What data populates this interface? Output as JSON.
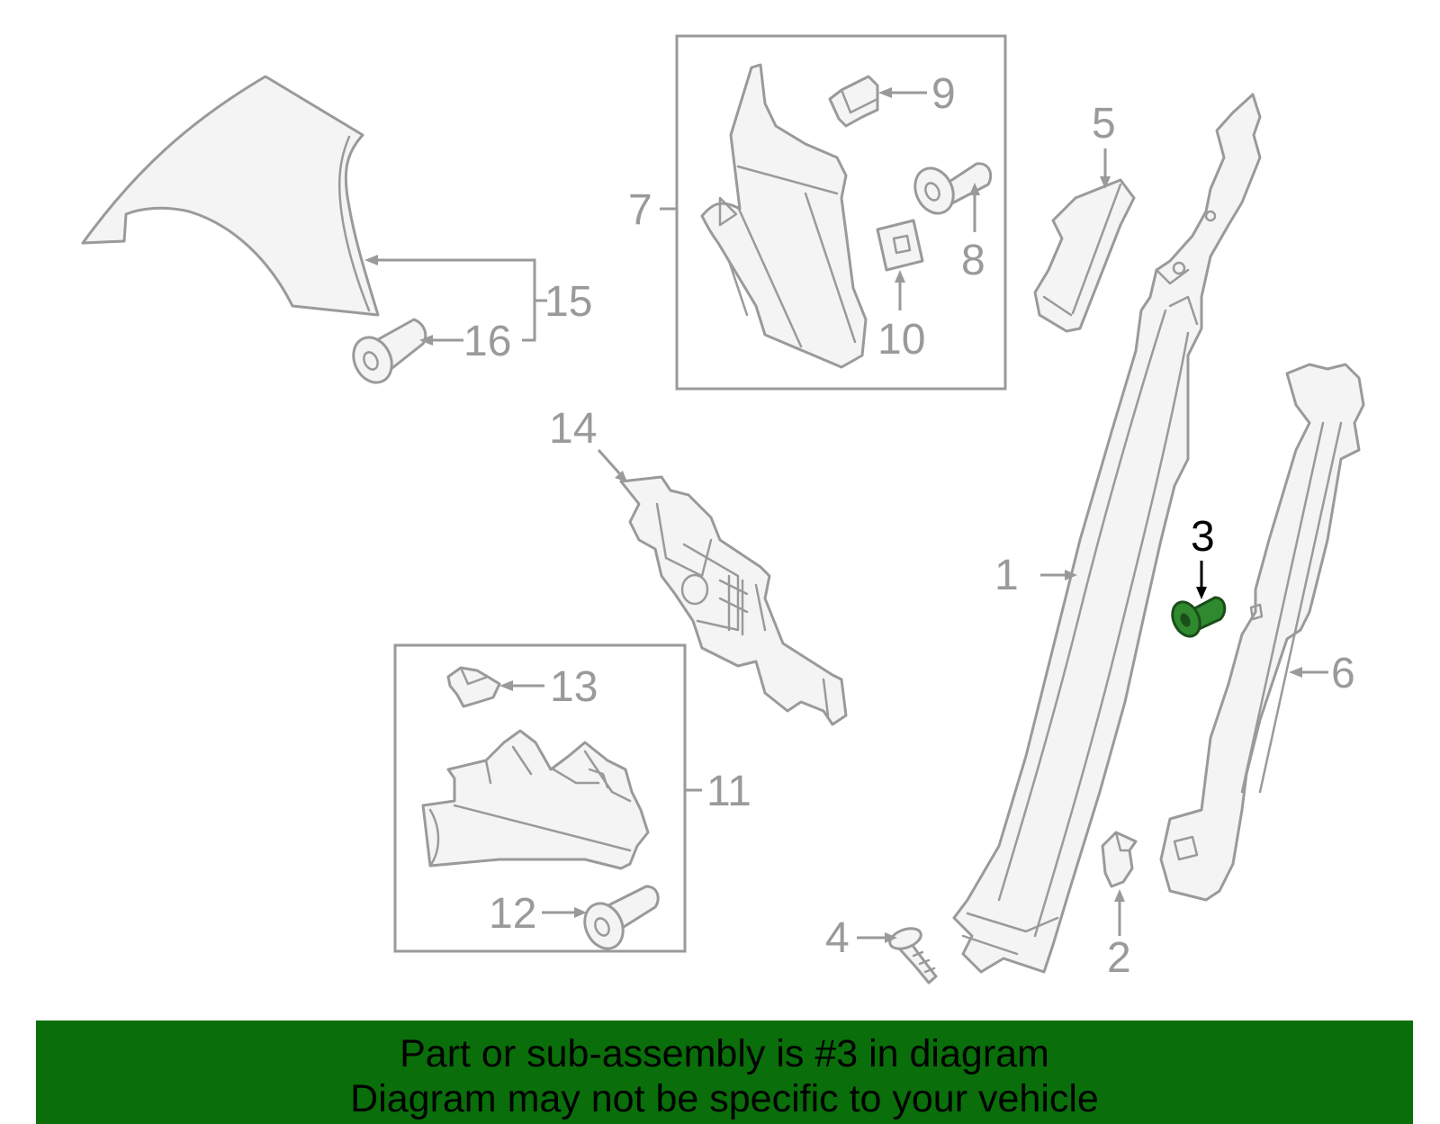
{
  "diagram": {
    "callouts": {
      "c1": "1",
      "c2": "2",
      "c3": "3",
      "c4": "4",
      "c5": "5",
      "c6": "6",
      "c7": "7",
      "c8": "8",
      "c9": "9",
      "c10": "10",
      "c11": "11",
      "c12": "12",
      "c13": "13",
      "c14": "14",
      "c15": "15",
      "c16": "16"
    },
    "highlighted_part": "3",
    "colors": {
      "line_gray": "#9a9a9a",
      "highlight_green": "#2f8a2f",
      "banner_green": "#0a6e0a",
      "highlight_text": "#000000"
    }
  },
  "banner": {
    "line1": "Part or sub-assembly is #3 in diagram",
    "line2": "Diagram may not be specific to your vehicle"
  }
}
